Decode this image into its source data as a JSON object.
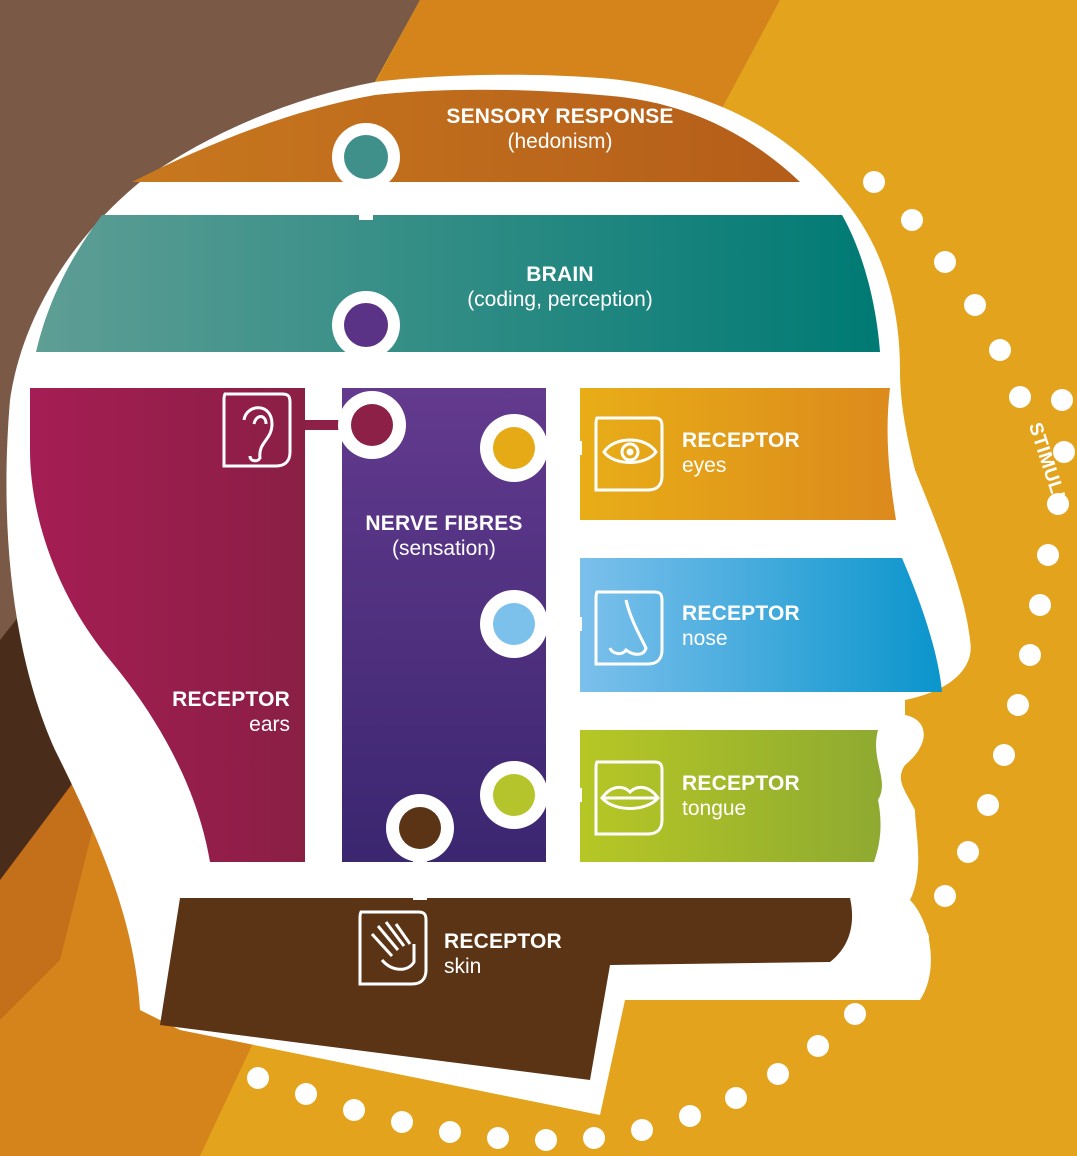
{
  "colors": {
    "background": "#e09a1e",
    "sensory_response": "#c0701c",
    "brain": "#2f8a86",
    "nerve_fibres": "#4e2f7e",
    "ears": "#9a1f4f",
    "eyes": "#dea117",
    "nose": "#3aa8dc",
    "tongue": "#a7ba2c",
    "skin": "#5a3214"
  },
  "sensory_response": {
    "title": "SENSORY RESPONSE",
    "subtitle": "(hedonism)"
  },
  "brain": {
    "title": "BRAIN",
    "subtitle": "(coding, perception)"
  },
  "nerve_fibres": {
    "title": "NERVE FIBRES",
    "subtitle": "(sensation)"
  },
  "receptors": {
    "eyes": {
      "title": "RECEPTOR",
      "subtitle": "eyes",
      "icon": "eye-icon"
    },
    "nose": {
      "title": "RECEPTOR",
      "subtitle": "nose",
      "icon": "nose-icon"
    },
    "tongue": {
      "title": "RECEPTOR",
      "subtitle": "tongue",
      "icon": "lips-icon"
    },
    "ears": {
      "title": "RECEPTOR",
      "subtitle": "ears",
      "icon": "ear-icon"
    },
    "skin": {
      "title": "RECEPTOR",
      "subtitle": "skin",
      "icon": "hand-icon"
    }
  },
  "stimuli_label": "STIMULI"
}
